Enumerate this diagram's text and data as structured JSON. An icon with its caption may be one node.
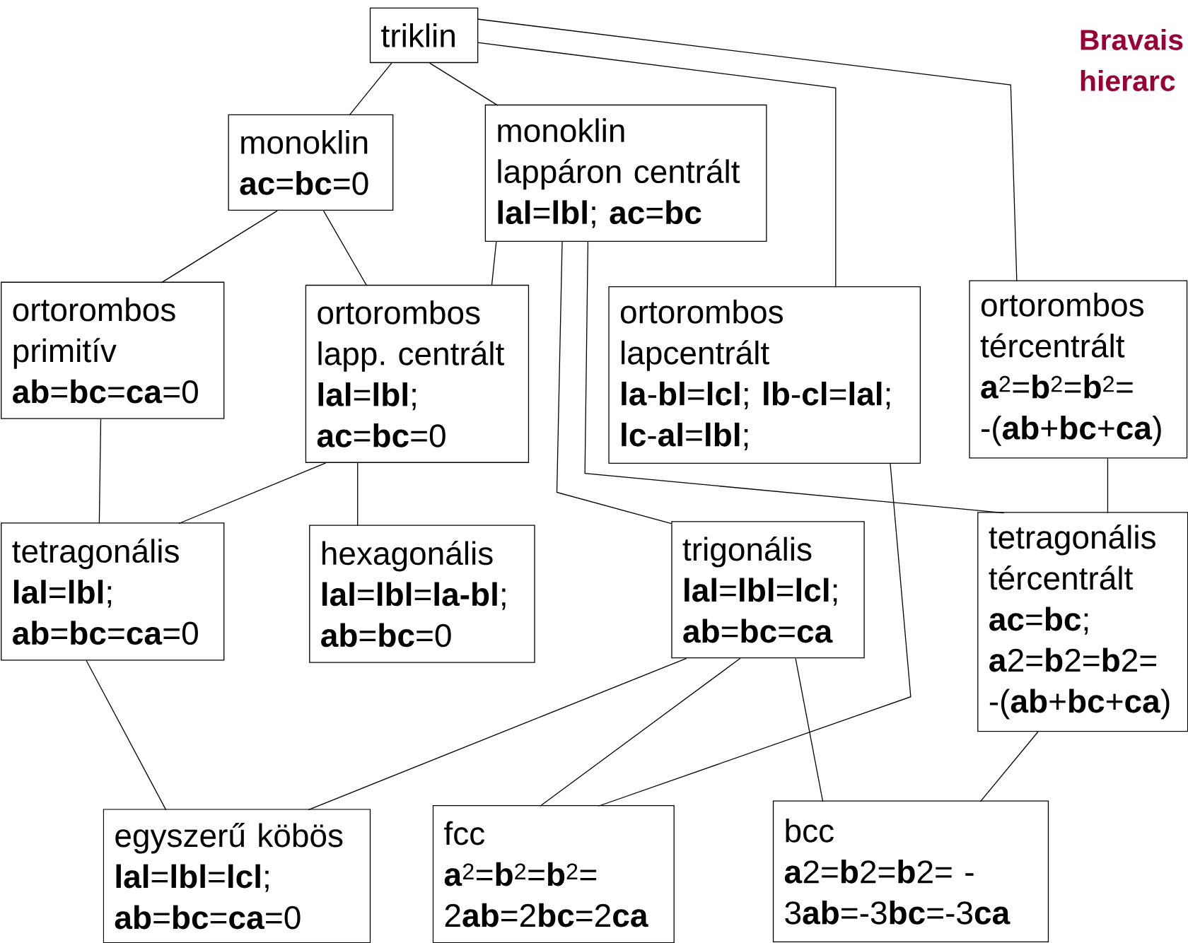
{
  "diagram": {
    "title": "Bravais hierarc",
    "nodes": [
      {
        "text": [
          "triklin"
        ]
      },
      {
        "text": [
          "monoklin",
          "**ac**=**bc**=0"
        ]
      },
      {
        "text": [
          "monoklin lappáron centrált",
          "**lal**=**lbl**; **ac**=**bc**"
        ]
      },
      {
        "text": [
          "ortorombos primitív",
          "**ab**=**bc**=**ca**=0"
        ]
      },
      {
        "text": [
          "ortorombos lapp. centrált",
          "**lal**=**lbl**; **ac**=**bc**=0"
        ]
      },
      {
        "text": [
          "ortorombos lapcentrált",
          "**la**-**bl**=**lcl**; **lb**-**cl**=**lal**; **lc**-**al**=**lbl**;"
        ]
      },
      {
        "text": [
          "ortorombos tércentrált",
          "**a**$^{2}$=**b**$^{2}$=**b**$^{2}$= -(**ab**+**bc**+**ca**)"
        ]
      },
      {
        "text": [
          "tetragonális",
          "**lal**=**lbl**; **ab**=**bc**=**ca**=0"
        ]
      },
      {
        "text": [
          "hexagonális",
          "**lal**=**lbl**=**la-bl**; **ab**=**bc**=0"
        ]
      },
      {
        "text": [
          "trigonális",
          "**lal**=**lbl**=**lcl**; **ab**=**bc**=**ca**"
        ]
      },
      {
        "text": [
          "tetragonális tércentrált",
          "**ac**=**bc**; **a**2=**b**2=**b**2= -(**ab**+**bc**+**ca**)"
        ]
      },
      {
        "text": [
          "egyszerű köbös",
          "**lal**=**lbl**=**lcl**; **ab**=**bc**=**ca**=0"
        ]
      },
      {
        "text": [
          "fcc",
          "**a**$^{2}$=**b**$^{2}$=**b**$^{2}$= 2**ab**=2**bc**=2**ca**"
        ]
      },
      {
        "text": [
          "bcc",
          "**a**2=**b**2=**b**2= -3**ab**=-3**bc**=-3**ca**"
        ]
      }
    ],
    "edges": [
      {
        "from": 0,
        "to": 1,
        "arrow": "none"
      },
      {
        "from": 0,
        "to": 2,
        "arrow": "none"
      },
      {
        "from": 0,
        "to": 5,
        "arrow": "none"
      },
      {
        "from": 0,
        "to": 6,
        "arrow": "none"
      },
      {
        "from": 1,
        "to": 3,
        "arrow": "none"
      },
      {
        "from": 1,
        "to": 4,
        "arrow": "none"
      },
      {
        "from": 2,
        "to": 4,
        "arrow": "none"
      },
      {
        "from": 2,
        "to": 9,
        "arrow": "none"
      },
      {
        "from": 2,
        "to": 10,
        "arrow": "none"
      },
      {
        "from": 3,
        "to": 7,
        "arrow": "none"
      },
      {
        "from": 4,
        "to": 7,
        "arrow": "none"
      },
      {
        "from": 4,
        "to": 8,
        "arrow": "none"
      },
      {
        "from": 5,
        "to": 12,
        "arrow": "none"
      },
      {
        "from": 6,
        "to": 10,
        "arrow": "none"
      },
      {
        "from": 7,
        "to": 11,
        "arrow": "none"
      },
      {
        "from": 9,
        "to": 11,
        "arrow": "none"
      },
      {
        "from": 9,
        "to": 12,
        "arrow": "none"
      },
      {
        "from": 9,
        "to": 13,
        "arrow": "none"
      },
      {
        "from": 10,
        "to": 13,
        "arrow": "none"
      }
    ]
  }
}
